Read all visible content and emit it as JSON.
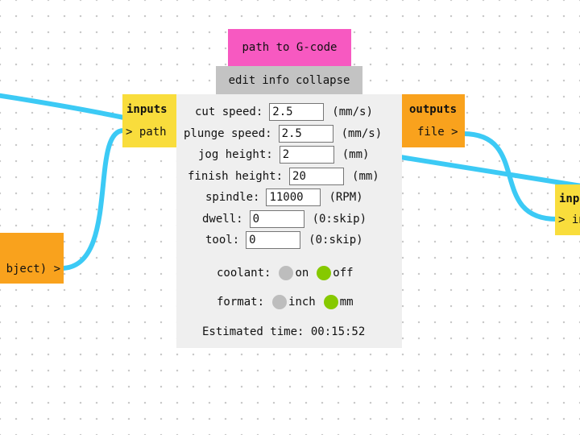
{
  "node": {
    "title": "path to G-code",
    "menu": [
      "edit",
      "info",
      "collapse"
    ],
    "inputs": {
      "header": "inputs",
      "port_label": "> path"
    },
    "outputs": {
      "header": "outputs",
      "port_label": "file >"
    },
    "fields": [
      {
        "label": "cut speed:",
        "value": "2.5",
        "unit": "(mm/s)"
      },
      {
        "label": "plunge speed:",
        "value": "2.5",
        "unit": "(mm/s)"
      },
      {
        "label": "jog height:",
        "value": "2",
        "unit": "(mm)"
      },
      {
        "label": "finish height:",
        "value": "20",
        "unit": "(mm)"
      },
      {
        "label": "spindle:",
        "value": "11000",
        "unit": "(RPM)"
      },
      {
        "label": "dwell:",
        "value": "0",
        "unit": "(0:skip)"
      },
      {
        "label": "tool:",
        "value": "0",
        "unit": "(0:skip)"
      }
    ],
    "coolant": {
      "label": "coolant:",
      "options": [
        "on",
        "off"
      ],
      "selected": "off"
    },
    "format": {
      "label": "format:",
      "options": [
        "inch",
        "mm"
      ],
      "selected": "mm"
    },
    "estimate": "Estimated time: 00:15:52"
  },
  "left_node": {
    "port_label": "bject) >"
  },
  "right_node": {
    "header": "inputs",
    "port_label": "> in"
  },
  "colors": {
    "title": "#f759c1",
    "menu": "#c3c3c3",
    "panel": "#efefef",
    "inputs": "#f9dd3c",
    "outputs": "#f9a21d",
    "wire": "#3ccaf5",
    "radio_on": "#86c900",
    "radio_off": "#bdbdbd"
  }
}
